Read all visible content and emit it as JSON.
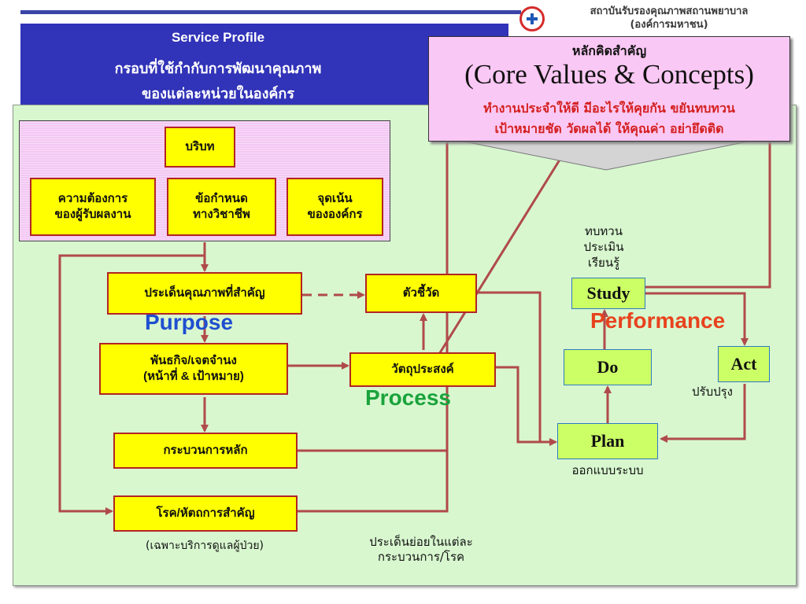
{
  "header": {
    "org_line1": "สถาบันรับรองคุณภาพสถานพยาบาล",
    "org_line2": "(องค์การมหาชน)"
  },
  "title": {
    "line1": "Service Profile",
    "line2": "กรอบที่ใช้กำกับการพัฒนาคุณภาพ",
    "line3": "ของแต่ละหน่วยในองค์กร"
  },
  "callout": {
    "heading": "หลักคิดสำคัญ",
    "title": "(Core Values & Concepts)",
    "line1": "ทำงานประจำให้ดี มีอะไรให้คุยกัน ขยันทบทวน",
    "line2": "เป้าหมายชัด วัดผลได้ ให้คุณค่า อย่ายึดติด"
  },
  "context": {
    "title": "บริบท",
    "box1": "ความต้องการ\nของผู้รับผลงาน",
    "box2": "ข้อกำหนด\nทางวิชาชีพ",
    "box3": "จุดเน้น\nขององค์กร"
  },
  "left_column": {
    "quality_issues": "ประเด็นคุณภาพที่สำคัญ",
    "mission": "พันธกิจ/เจตจำนง\n(หน้าที่ & เป้าหมาย)",
    "core_process": "กระบวนการหลัก",
    "key_disease": "โรค/หัตถการสำคัญ",
    "note": "(เฉพาะบริการดูแลผู้ป่วย)"
  },
  "middle_column": {
    "indicator": "ตัวชี้วัด",
    "objective": "วัตถุประสงค์",
    "note_line1": "ประเด็นย่อยในแต่ละ",
    "note_line2": "กระบวนการ/โรค"
  },
  "labels": {
    "purpose": "Purpose",
    "process": "Process",
    "performance": "Performance"
  },
  "pdsa": {
    "study": "Study",
    "do": "Do",
    "act": "Act",
    "plan": "Plan",
    "study_note_1": "ทบทวน",
    "study_note_2": "ประเมิน",
    "study_note_3": "เรียนรู้",
    "act_note": "ปรับปรุง",
    "plan_note": "ออกแบบระบบ"
  },
  "colors": {
    "purpose": "#1f4fd0",
    "process": "#1aa33b",
    "performance": "#e8421e",
    "arrow": "#b04a4a"
  }
}
